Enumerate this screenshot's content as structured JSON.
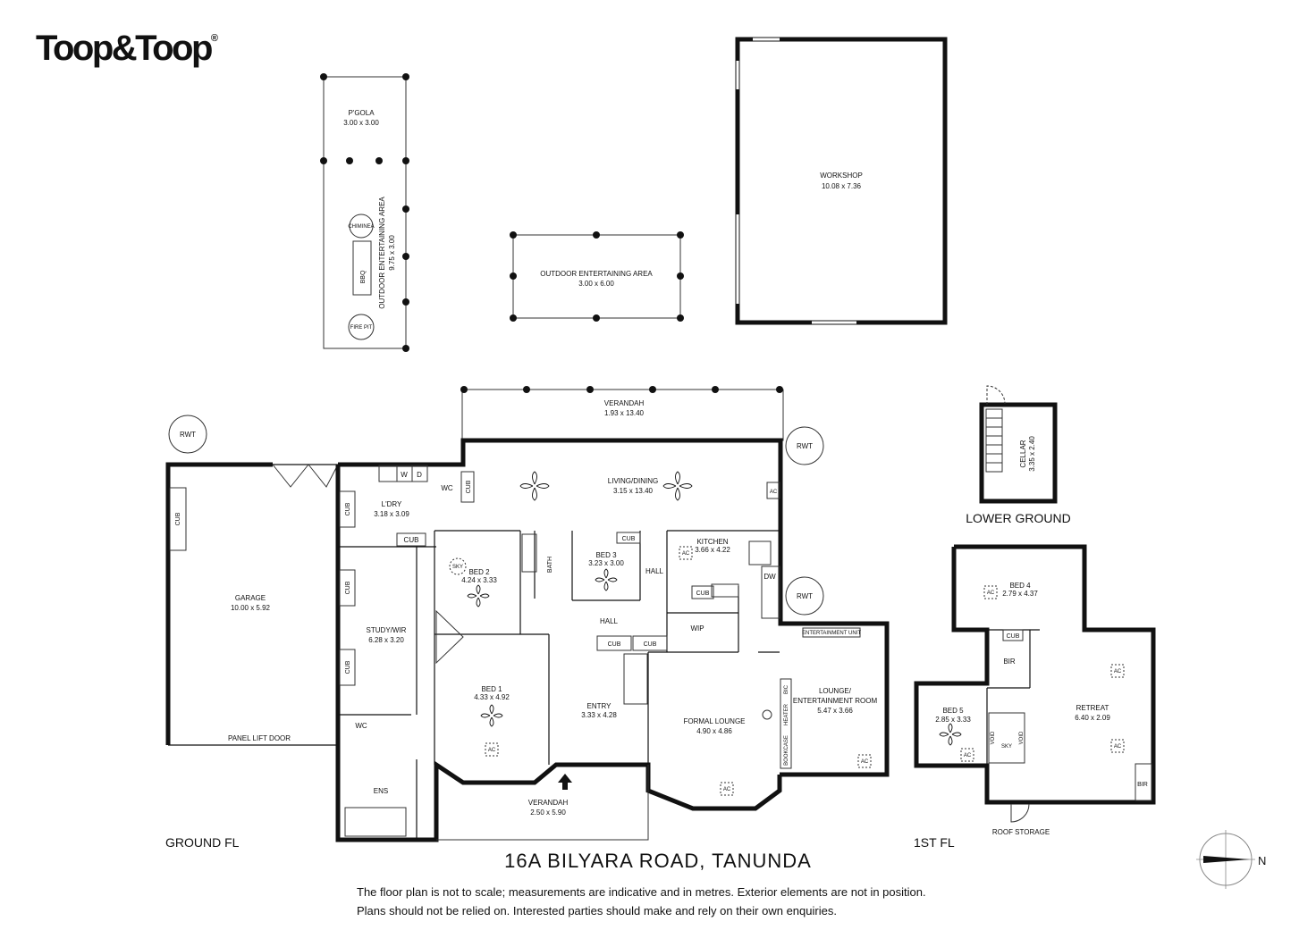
{
  "brand": {
    "logo_text": "Toop&Toop",
    "logo_mark": "®"
  },
  "address": "16A  BILYARA ROAD, TANUNDA",
  "disclaimer": {
    "line1": "The floor plan is not to scale; measurements are indicative and in metres. Exterior elements are not in position.",
    "line2": "Plans should not be relied on. Interested parties should make and rely on their own enquiries."
  },
  "floors": {
    "ground": "GROUND FL",
    "first": "1ST FL",
    "lower": "LOWER GROUND"
  },
  "compass": {
    "label": "N"
  },
  "outdoor": {
    "pergola": {
      "name": "P'GOLA",
      "dims": "3.00 x 3.00"
    },
    "entertaining_side": {
      "name": "OUTDOOR ENTERTAINING AREA",
      "dims": "9.75 x 3.00"
    },
    "chiminea": "CHIMINEA",
    "bbq": "BBQ",
    "fire_pit": "FIRE PIT",
    "entertaining_centre": {
      "name": "OUTDOOR ENTERTAINING AREA",
      "dims": "3.00 x 6.00"
    },
    "workshop": {
      "name": "WORKSHOP",
      "dims": "10.08 x 7.36"
    },
    "rwt": "RWT"
  },
  "ground": {
    "verandah_rear": {
      "name": "VERANDAH",
      "dims": "1.93 x 13.40"
    },
    "living": {
      "name": "LIVING/DINING",
      "dims": "3.15 x 13.40"
    },
    "garage": {
      "name": "GARAGE",
      "dims": "10.00 x 5.92"
    },
    "panel_door": "PANEL LIFT DOOR",
    "laundry": {
      "name": "L'DRY",
      "dims": "3.18 x 3.09"
    },
    "study": {
      "name": "STUDY/WIR",
      "dims": "6.28 x 3.20"
    },
    "bed2": {
      "name": "BED 2",
      "dims": "4.24 x 3.33"
    },
    "bath": "BATH",
    "bed3": {
      "name": "BED 3",
      "dims": "3.23 x 3.00"
    },
    "kitchen": {
      "name": "KITCHEN",
      "dims": "3.66 x 4.22"
    },
    "hall": "HALL",
    "wip": "WIP",
    "bed1": {
      "name": "BED 1",
      "dims": "4.33 x 4.92"
    },
    "entry": {
      "name": "ENTRY",
      "dims": "3.33 x 4.28"
    },
    "formal_lounge": {
      "name": "FORMAL LOUNGE",
      "dims": "4.90 x 4.86"
    },
    "lounge_line1": "LOUNGE/",
    "lounge_line2": "ENTERTAINMENT ROOM",
    "lounge_dims": "5.47 x 3.66",
    "entertainment_unit": "ENTERTAINMENT UNIT",
    "heater": "HEATER",
    "bookcase": "BOOKCASE",
    "bic": "BIC",
    "verandah_front": {
      "name": "VERANDAH",
      "dims": "2.50 x 5.90"
    },
    "ens": "ENS",
    "wc": "WC",
    "cub": "CUB",
    "w": "W",
    "d": "D",
    "dw": "DW",
    "sky": "SKY",
    "ac": "AC"
  },
  "first": {
    "bed4": {
      "name": "BED 4",
      "dims": "2.79 x 4.37"
    },
    "retreat": {
      "name": "RETREAT",
      "dims": "6.40 x 2.09"
    },
    "bed5": {
      "name": "BED 5",
      "dims": "2.85 x 3.33"
    },
    "bir": "BIR",
    "void": "VOID",
    "sky": "SKY",
    "cub": "CUB",
    "ac": "AC",
    "roof_storage": "ROOF STORAGE"
  },
  "lower": {
    "cellar": {
      "name": "CELLAR",
      "dims": "3.35 x 2.40"
    }
  }
}
